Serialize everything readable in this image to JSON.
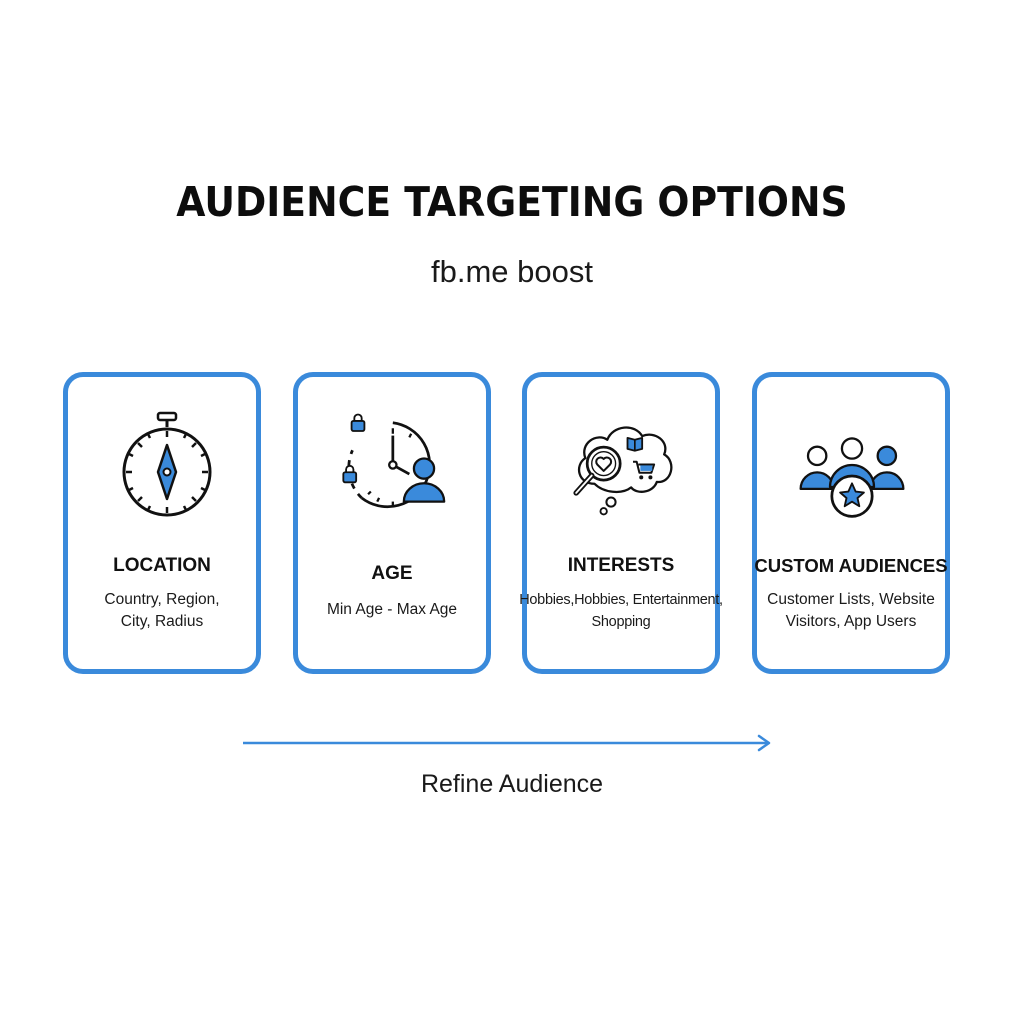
{
  "title": "AUDIENCE TARGETING OPTIONS",
  "subtitle": "fb.me boost",
  "accent_color": "#3a8adb",
  "cards": [
    {
      "label": "LOCATION",
      "description": "Country, Region,\nCity, Radius",
      "icon": "compass-icon"
    },
    {
      "label": "AGE",
      "description": "Min Age - Max Age",
      "icon": "clock-person-icon"
    },
    {
      "label": "INTERESTS",
      "description": "Hobbies,Hobbies, Entertainment,\nShopping",
      "icon": "interests-thought-icon"
    },
    {
      "label": "CUSTOM AUDIENCES",
      "description": "Customer Lists, Website\nVisitors, App Users",
      "icon": "audience-group-icon"
    }
  ],
  "flow": {
    "label": "Refine Audience"
  }
}
